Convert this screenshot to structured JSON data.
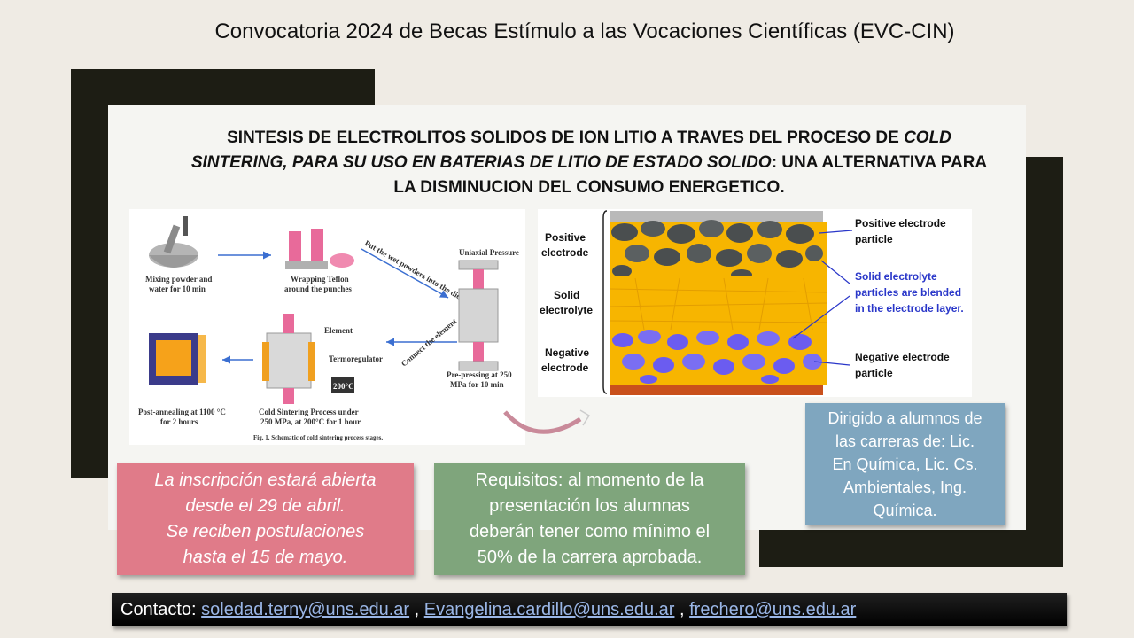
{
  "header": {
    "title": "Convocatoria 2024 de Becas Estímulo a las Vocaciones Científicas (EVC-CIN)"
  },
  "project": {
    "title_part1": "SINTESIS DE ELECTROLITOS SOLIDOS DE ION LITIO A TRAVES DEL PROCESO DE ",
    "title_italic": "COLD SINTERING, PARA SU USO EN BATERIAS DE LITIO DE ESTADO SOLIDO",
    "title_part2": ": UNA ALTERNATIVA PARA LA  DISMINUCION  DEL CONSUMO ENERGETICO."
  },
  "figure_process": {
    "step1": "Mixing powder and",
    "step1b": "water for 10 min",
    "step2": "Wrapping Teflon",
    "step2b": "around the punches",
    "arrow1": "Put the wet powders into the die",
    "uniaxial": "Uniaxial Pressure",
    "step3": "Pre-pressing at 250",
    "step3b": "MPa for 10 min",
    "arrow2": "Connect the element",
    "element": "Element",
    "regulator": "Termoregulator",
    "temp": "200°C",
    "step4": "Cold Sintering Process under",
    "step4b": "250 MPa, at 200°C for 1 hour",
    "step5": "Post-annealing at 1100 °C",
    "step5b": "for 2 hours",
    "caption": "Fig. 1.  Schematic of cold sintering process stages."
  },
  "figure_battery": {
    "pos_label1": "Positive",
    "pos_label2": "electrode",
    "sol_label1": "Solid",
    "sol_label2": "electrolyte",
    "neg_label1": "Negative",
    "neg_label2": "electrode",
    "pos_particle1": "Positive electrode",
    "pos_particle2": "particle",
    "blend1": "Solid electrolyte",
    "blend2": "particles are blended",
    "blend3": "in the electrode layer.",
    "neg_particle1": "Negative electrode",
    "neg_particle2": "particle"
  },
  "boxes": {
    "inscription": [
      "La inscripción estará abierta",
      "desde el 29 de abril.",
      "Se reciben postulaciones",
      "hasta el 15 de mayo."
    ],
    "requirements": [
      "Requisitos: al momento de la",
      "presentación los alumnas",
      "deberán tener como mínimo el",
      "50% de la carrera aprobada."
    ],
    "audience": [
      "Dirigido a alumnos de",
      "las carreras de:  Lic.",
      "En Química, Lic. Cs.",
      "Ambientales, Ing.",
      "Química."
    ]
  },
  "contact": {
    "label": "Contacto: ",
    "email1": "soledad.terny@uns.edu.ar",
    "sep1": " , ",
    "email2": "Evangelina.cardillo@uns.edu.ar",
    "sep2": " , ",
    "email3": "frechero@uns.edu.ar"
  },
  "colors": {
    "frame": "#1d1d14",
    "inscription_box": "#e07b89",
    "requirements_box": "#7fa57c",
    "audience_box": "#7fa6bf",
    "cathode_particles": "#4a4e4f",
    "electrolyte_particles": "#f7b500",
    "anode_particles": "#6b5cf0"
  }
}
